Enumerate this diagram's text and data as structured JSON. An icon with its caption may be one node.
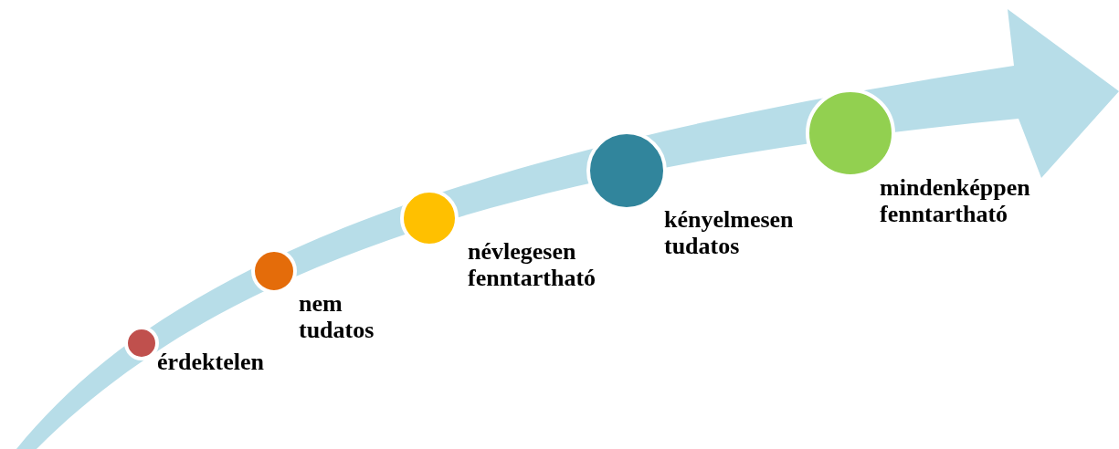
{
  "diagram": {
    "nodes": [
      {
        "text": [],
        "shape": "circle",
        "beside": [
          "érdektelen"
        ]
      },
      {
        "text": [],
        "shape": "circle",
        "beside": [
          "nem tudatos"
        ]
      },
      {
        "text": [],
        "shape": "circle",
        "beside": [
          "névlegesen fenntartható"
        ]
      },
      {
        "text": [],
        "shape": "circle",
        "beside": [
          "kényelmesen tudatos"
        ]
      },
      {
        "text": [],
        "shape": "circle",
        "beside": [
          "mindenképpen fenntartható"
        ]
      }
    ]
  }
}
